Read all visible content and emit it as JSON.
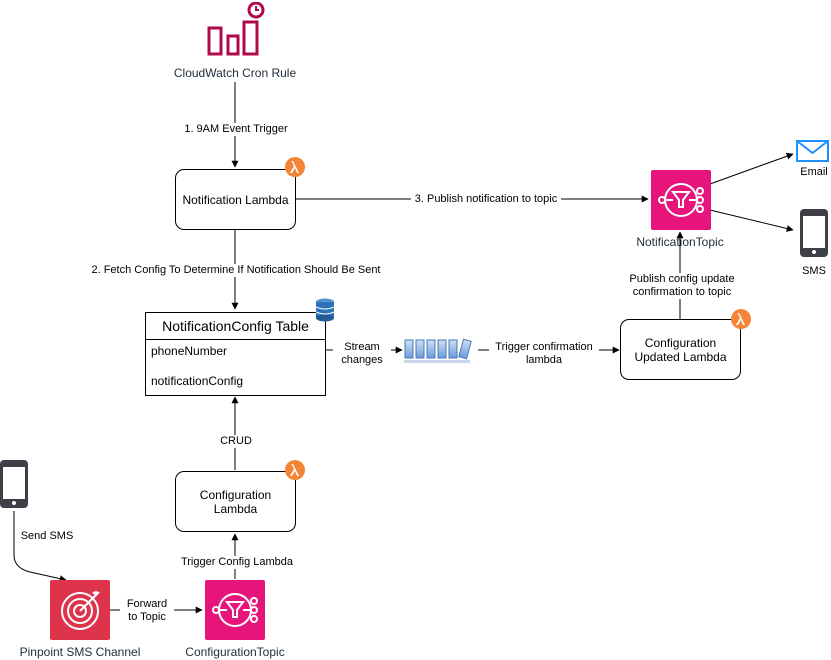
{
  "services": {
    "cron_rule": "CloudWatch Cron Rule",
    "notification_topic": "NotificationTopic",
    "configuration_topic": "ConfigurationTopic",
    "pinpoint": "Pinpoint SMS Channel",
    "email": "Email",
    "sms": "SMS"
  },
  "lambdas": {
    "notification": "Notification Lambda",
    "configuration": "Configuration\nLambda",
    "config_updated": "Configuration\nUpdated Lambda"
  },
  "table": {
    "title": "NotificationConfig Table",
    "fields": [
      "phoneNumber",
      "notificationConfig"
    ]
  },
  "edges": {
    "event_trigger": "1. 9AM Event Trigger",
    "fetch_config": "2. Fetch Config To Determine If Notification Should Be Sent",
    "publish": "3. Publish notification to topic",
    "stream_changes": "Stream\nchanges",
    "trigger_confirmation": "Trigger confirmation\nlambda",
    "publish_confirmation": "Publish config update\nconfirmation to topic",
    "crud": "CRUD",
    "trigger_config": "Trigger Config Lambda",
    "forward": "Forward\nto Topic",
    "send_sms": "Send SMS"
  },
  "colors": {
    "sns_pink": "#E7157B",
    "pinpoint_red": "#DD344C",
    "lambda_orange": "#F58536",
    "dynamodb_blue": "#2E73B8",
    "email_blue": "#1E90FF",
    "mobile_gray": "#3F4047",
    "aws_dark": "#232F3E"
  },
  "icons": [
    "cloudwatch-icon",
    "lambda-icon",
    "dynamodb-icon",
    "sns-icon",
    "kinesis-stream-icon",
    "pinpoint-icon",
    "email-icon",
    "mobile-phone-icon"
  ]
}
